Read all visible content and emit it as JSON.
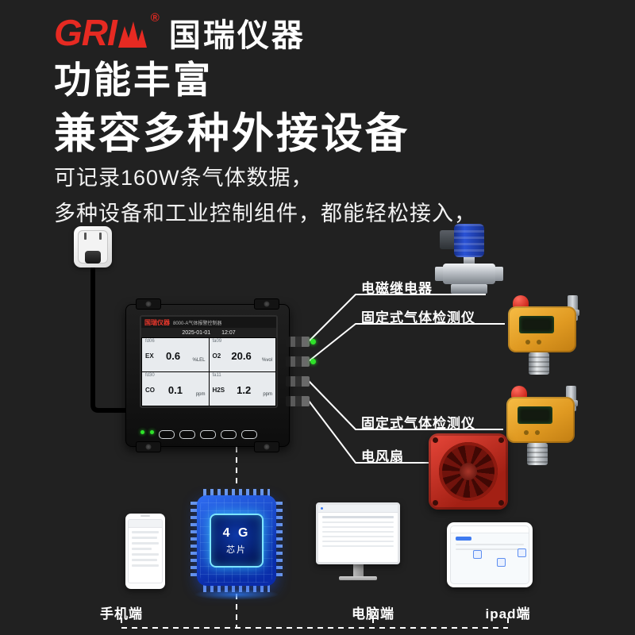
{
  "colors": {
    "background": "#212121",
    "brand_red": "#e62a22",
    "wire_white": "#ffffff",
    "led_green": "#2fe32a",
    "chip_blue": "#2f6df2",
    "detector_yellow": "#e8a52e",
    "fan_red": "#c9281b"
  },
  "header": {
    "logo": "GRI",
    "registered": "®",
    "brand": "国瑞仪器"
  },
  "title": {
    "line1": "功能丰富",
    "line2": "兼容多种外接设备"
  },
  "description": {
    "line1": "可记录160W条气体数据，",
    "line2": "多种设备和工业控制组件，都能轻松接入，"
  },
  "controller": {
    "screen_brand": "国瑞仪器",
    "screen_model": "8000-A气体报警控制器",
    "date": "2025-01-01",
    "time": "12:07",
    "channels": [
      {
        "id": "fd06",
        "gas": "EX",
        "value": "0.6",
        "unit": "%LEL"
      },
      {
        "id": "fa09",
        "gas": "O2",
        "value": "20.6",
        "unit": "%vol"
      },
      {
        "id": "fd30",
        "gas": "CO",
        "value": "0.1",
        "unit": "ppm"
      },
      {
        "id": "fa11",
        "gas": "H2S",
        "value": "1.2",
        "unit": "ppm"
      }
    ]
  },
  "peripherals": [
    {
      "label": "电磁继电器"
    },
    {
      "label": "固定式气体检测仪"
    },
    {
      "label": "固定式气体检测仪"
    },
    {
      "label": "电风扇"
    }
  ],
  "chip": {
    "line1": "4 G",
    "line2": "芯片"
  },
  "terminals": [
    {
      "label": "手机端"
    },
    {
      "label": "电脑端"
    },
    {
      "label": "ipad端"
    }
  ]
}
